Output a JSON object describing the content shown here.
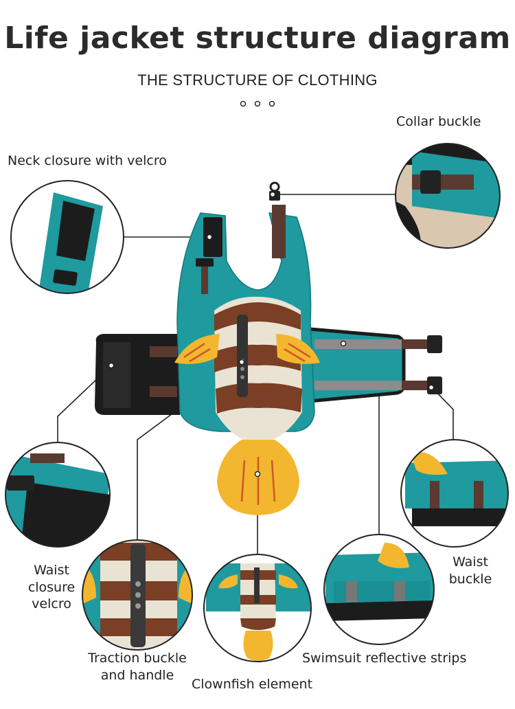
{
  "title": "Life jacket structure diagram",
  "subtitle": "THE STRUCTURE OF CLOTHING",
  "labels": {
    "neck": "Neck closure with velcro",
    "collar": "Collar buckle",
    "waist_closure_1": "Waist",
    "waist_closure_2": "closure",
    "waist_closure_3": "velcro",
    "waist_buckle_1": "Waist",
    "waist_buckle_2": "buckle",
    "traction_1": "Traction buckle",
    "traction_2": "and handle",
    "clownfish": "Clownfish element",
    "reflective": "Swimsuit reflective strips"
  },
  "colors": {
    "teal": "#1f9a9e",
    "teal_dark": "#13777a",
    "brown": "#7a3f24",
    "cream": "#e9e3d4",
    "yellow": "#f2b72e",
    "black": "#1c1c1c",
    "strap": "#5a3a30",
    "reflective": "#8c8c8c"
  }
}
